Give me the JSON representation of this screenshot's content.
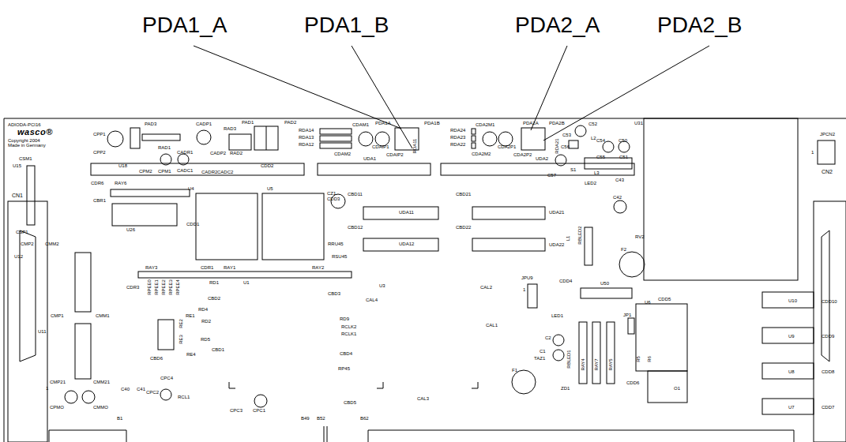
{
  "diagram": {
    "labels": [
      "PDA1_A",
      "PDA1_B",
      "PDA2_A",
      "PDA2_B",
      "ADIODA-PCI16",
      "wasco®",
      "Copyright 2004",
      "Made in Germany",
      "CPP1",
      "CPP2",
      "PAD3",
      "RAD1",
      "CADP1",
      "RAD3",
      "CADP2",
      "RAD2",
      "PAD1",
      "PAD2",
      "RDA14",
      "RDA13",
      "RDA12",
      "CDAM1",
      "PDA1A",
      "PDA1B",
      "CDAM2",
      "CDAIP1",
      "CDAIP2",
      "RDA11",
      "RDA24",
      "RDA23",
      "RDA22",
      "CDA2M1",
      "PDA2A",
      "PDA2B",
      "CDA2M2",
      "CDA2P1",
      "CDA2P2",
      "RDA21",
      "C52",
      "U31",
      "L2",
      "C53",
      "C54",
      "C50",
      "C56",
      "C55",
      "C51",
      "S1",
      "C57",
      "L3",
      "JPCN2",
      "1",
      "CN2",
      "CN1",
      "CSM1",
      "U15",
      "CADR1",
      "U18",
      "CPM2",
      "CPM1",
      "CADC1",
      "CADR2",
      "CADC2",
      "CDD2",
      "UDA1",
      "UDA2",
      "CDR6",
      "RAY6",
      "U4",
      "U5",
      "CZ1",
      "CBD11",
      "CBD21",
      "LED2",
      "C43",
      "C42",
      "CDD3",
      "CBR1",
      "U26",
      "UDA11",
      "UDA21",
      "CBD12",
      "CBD22",
      "UDA12",
      "UDA22",
      "RV2",
      "F2",
      "RBLED2",
      "L1",
      "CDD1",
      "RRU45",
      "RSU45",
      "CSP1",
      "CMP2",
      "CMM2",
      "U12",
      "RAY3",
      "CDR1",
      "RAY1",
      "RAY2",
      "CDR3",
      "RPEE0",
      "RPEE1",
      "RPEE2",
      "RPEE3",
      "RPEE4",
      "RD1",
      "U1",
      "CBD2",
      "CBD3",
      "U3",
      "CAL4",
      "CAL2",
      "JPU9",
      "1",
      "CDD4",
      "U50",
      "CDD5",
      "U6",
      "U10",
      "CDD10",
      "CMP1",
      "CMM1",
      "U11",
      "RD4",
      "RE1",
      "RE2",
      "RD2",
      "RD9",
      "RCLK2",
      "RCLK1",
      "CAL1",
      "LED1",
      "JP1",
      "U9",
      "CDD9",
      "RE3",
      "RE4",
      "RD5",
      "CBD1",
      "C2",
      "C1",
      "CBD6",
      "CBD4",
      "RP45",
      "TAZ1",
      "F1",
      "RBLED1",
      "RAY4",
      "RAY7",
      "RAY5",
      "R5",
      "R6",
      "U8",
      "CDD8",
      "CDD6",
      "ZD1",
      "O1",
      "U7",
      "CDD7",
      "CMP21",
      "CMM21",
      "1",
      "CPC4",
      "CPMO",
      "CMMO",
      "C40",
      "C41",
      "CPC2",
      "RCL1",
      "CAL3",
      "CBD5",
      "CPC3",
      "CPC1",
      "B1",
      "B49",
      "B52",
      "B62"
    ]
  }
}
